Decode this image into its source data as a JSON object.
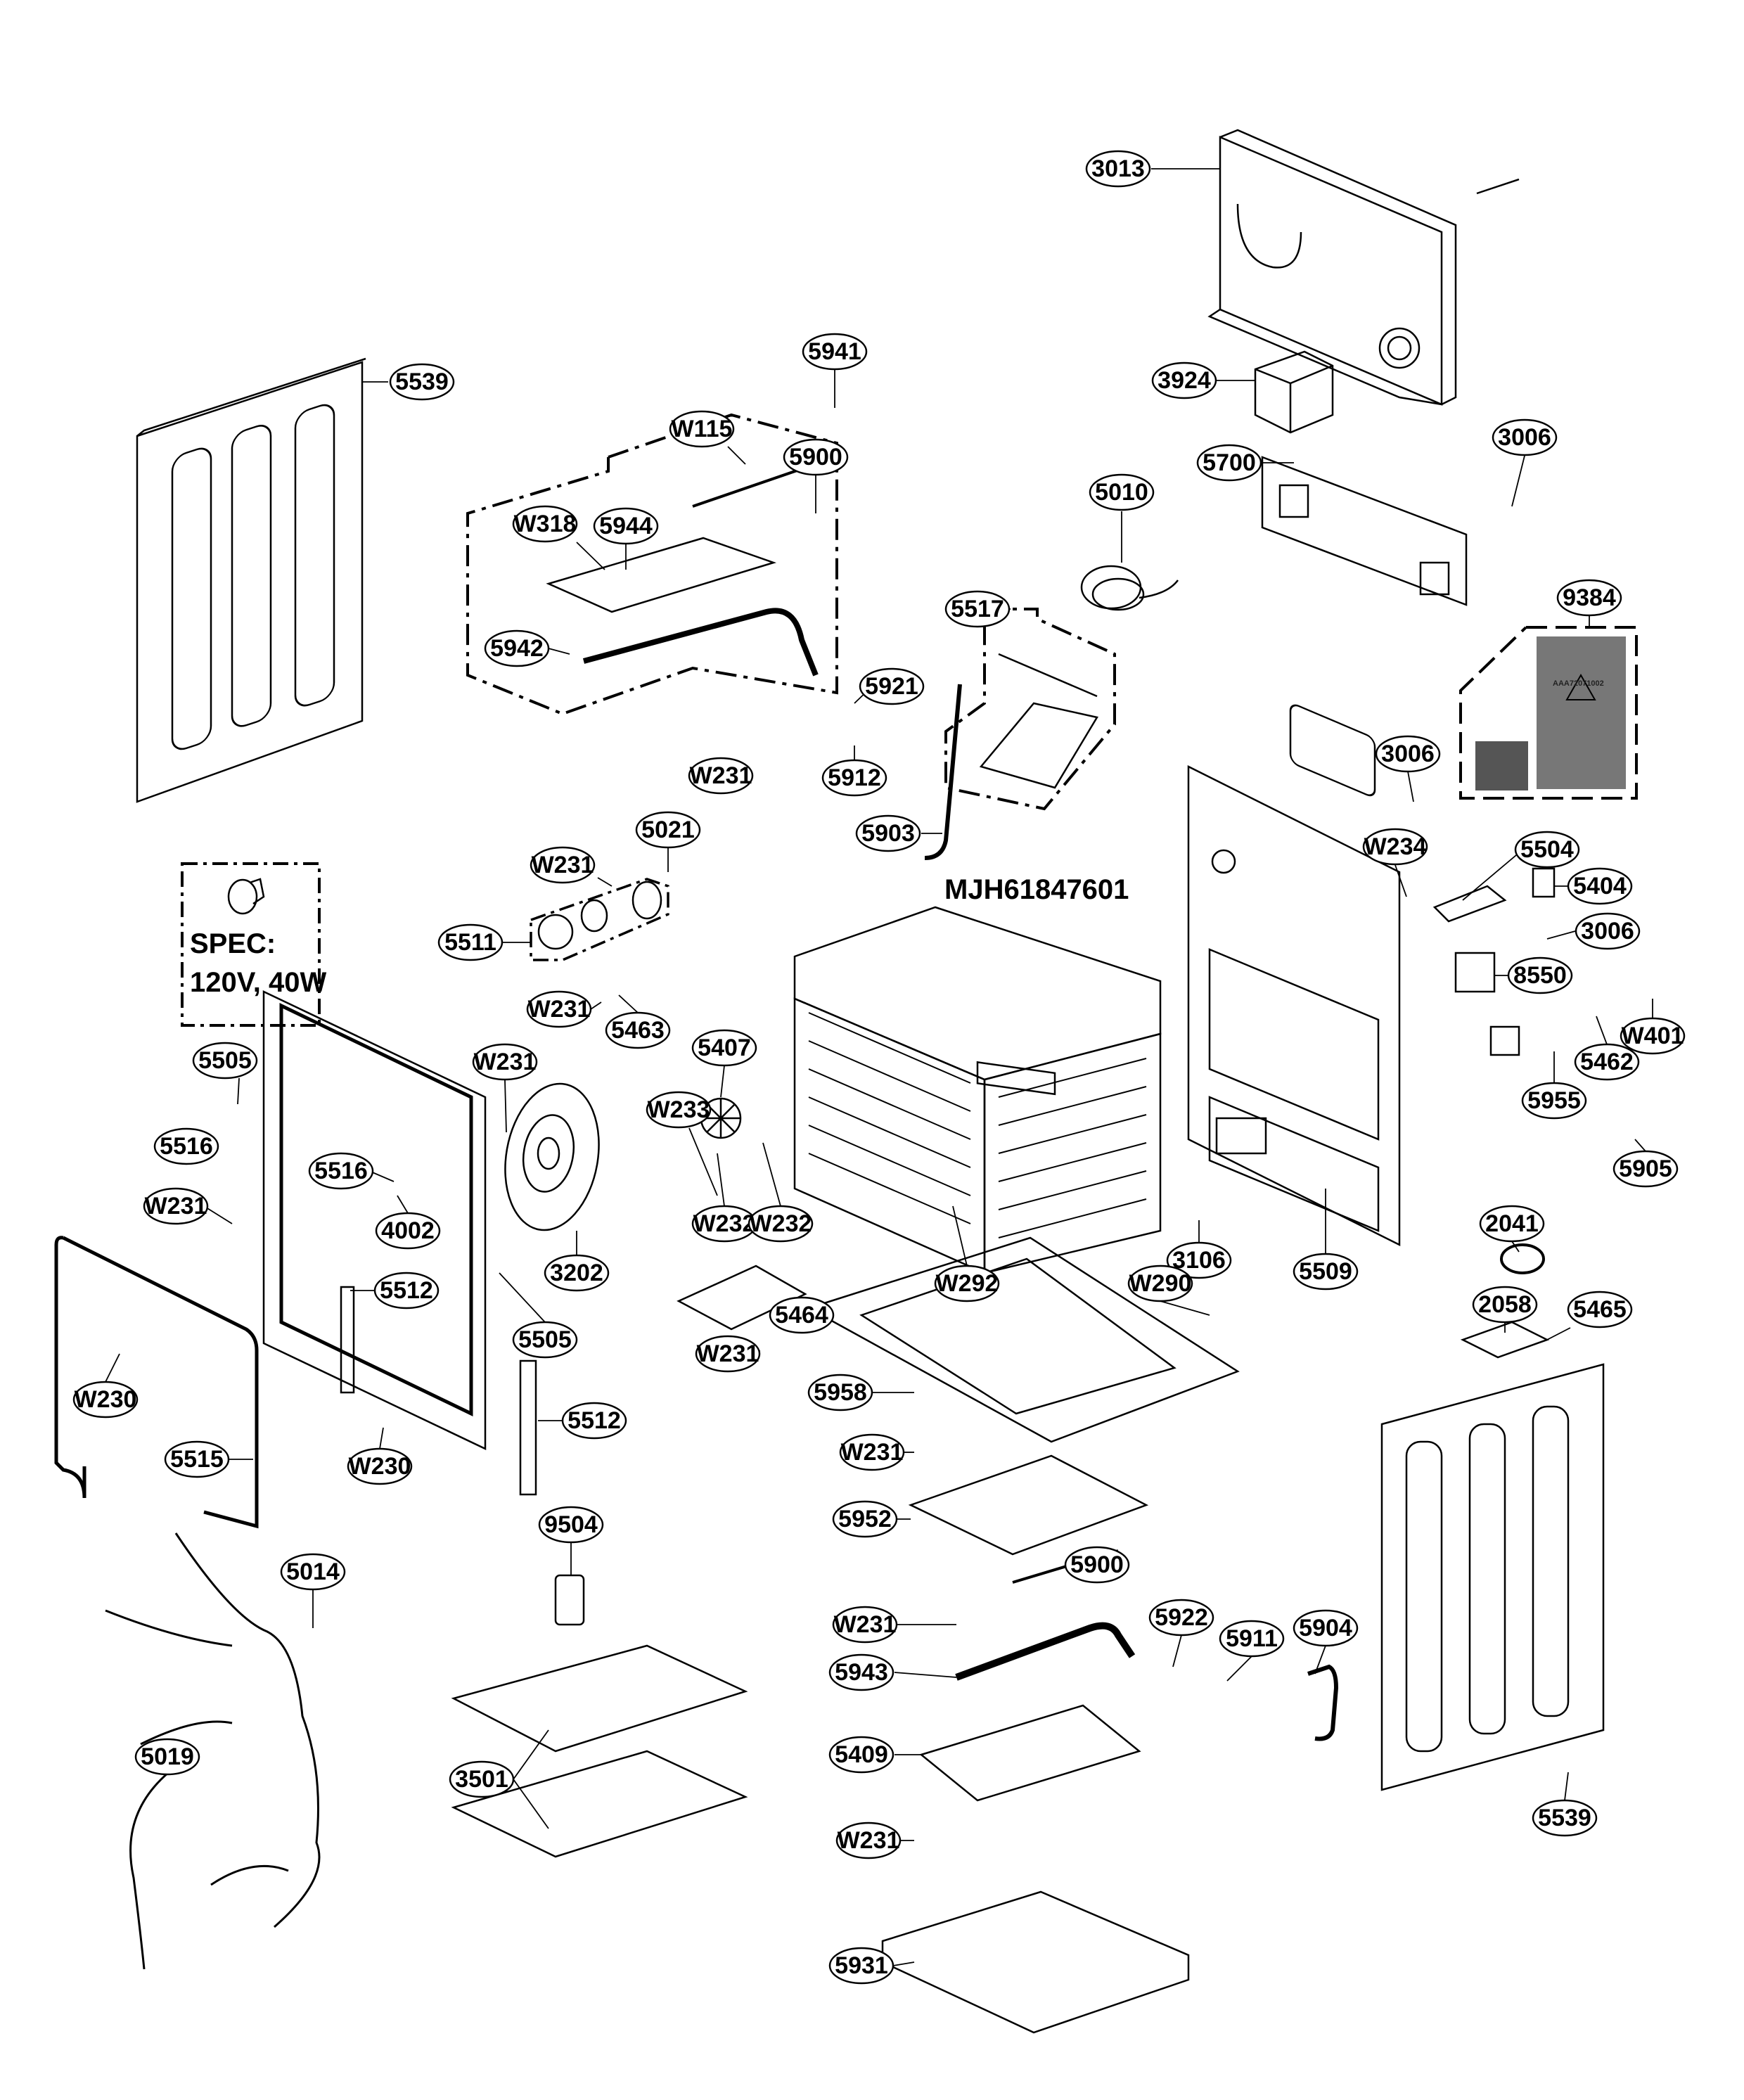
{
  "diagram": {
    "type": "exploded-parts-diagram",
    "subject": "Range oven cavity assembly",
    "spec_box": {
      "line1": "SPEC:",
      "line2": "120V, 40W"
    },
    "part_code_label": "MJH61847601",
    "bag_label": "AAA72071002",
    "callouts": [
      {
        "id": "c-3013",
        "label": "3013"
      },
      {
        "id": "c-5539a",
        "label": "5539"
      },
      {
        "id": "c-5941",
        "label": "5941"
      },
      {
        "id": "c-3924",
        "label": "3924"
      },
      {
        "id": "c-w115",
        "label": "W115"
      },
      {
        "id": "c-5900a",
        "label": "5900"
      },
      {
        "id": "c-5700",
        "label": "5700"
      },
      {
        "id": "c-3006a",
        "label": "3006"
      },
      {
        "id": "c-w318",
        "label": "W318"
      },
      {
        "id": "c-5944",
        "label": "5944"
      },
      {
        "id": "c-5010",
        "label": "5010"
      },
      {
        "id": "c-5517",
        "label": "5517"
      },
      {
        "id": "c-9384",
        "label": "9384"
      },
      {
        "id": "c-5942",
        "label": "5942"
      },
      {
        "id": "c-5921",
        "label": "5921"
      },
      {
        "id": "c-w231a",
        "label": "W231"
      },
      {
        "id": "c-5912",
        "label": "5912"
      },
      {
        "id": "c-3006b",
        "label": "3006"
      },
      {
        "id": "c-5021",
        "label": "5021"
      },
      {
        "id": "c-5903",
        "label": "5903"
      },
      {
        "id": "c-w234",
        "label": "W234"
      },
      {
        "id": "c-5504",
        "label": "5504"
      },
      {
        "id": "c-w231b",
        "label": "W231"
      },
      {
        "id": "c-5404",
        "label": "5404"
      },
      {
        "id": "c-5511",
        "label": "5511"
      },
      {
        "id": "c-3006c",
        "label": "3006"
      },
      {
        "id": "c-w231c",
        "label": "W231"
      },
      {
        "id": "c-5463",
        "label": "5463"
      },
      {
        "id": "c-8550",
        "label": "8550"
      },
      {
        "id": "c-5505a",
        "label": "5505"
      },
      {
        "id": "c-5407",
        "label": "5407"
      },
      {
        "id": "c-w401",
        "label": "W401"
      },
      {
        "id": "c-w231d",
        "label": "W231"
      },
      {
        "id": "c-w233",
        "label": "W233"
      },
      {
        "id": "c-5462",
        "label": "5462"
      },
      {
        "id": "c-5516a",
        "label": "5516"
      },
      {
        "id": "c-5955",
        "label": "5955"
      },
      {
        "id": "c-5516b",
        "label": "5516"
      },
      {
        "id": "c-5905",
        "label": "5905"
      },
      {
        "id": "c-w231e",
        "label": "W231"
      },
      {
        "id": "c-4002",
        "label": "4002"
      },
      {
        "id": "c-w232a",
        "label": "W232"
      },
      {
        "id": "c-w232b",
        "label": "W232"
      },
      {
        "id": "c-2041",
        "label": "2041"
      },
      {
        "id": "c-3202",
        "label": "3202"
      },
      {
        "id": "c-w292",
        "label": "W292"
      },
      {
        "id": "c-3106",
        "label": "3106"
      },
      {
        "id": "c-5509",
        "label": "5509"
      },
      {
        "id": "c-5512a",
        "label": "5512"
      },
      {
        "id": "c-w290",
        "label": "W290"
      },
      {
        "id": "c-2058",
        "label": "2058"
      },
      {
        "id": "c-5465",
        "label": "5465"
      },
      {
        "id": "c-5505b",
        "label": "5505"
      },
      {
        "id": "c-5464",
        "label": "5464"
      },
      {
        "id": "c-w230a",
        "label": "W230"
      },
      {
        "id": "c-w231f",
        "label": "W231"
      },
      {
        "id": "c-5958",
        "label": "5958"
      },
      {
        "id": "c-5512b",
        "label": "5512"
      },
      {
        "id": "c-5515",
        "label": "5515"
      },
      {
        "id": "c-w230b",
        "label": "W230"
      },
      {
        "id": "c-w231g",
        "label": "W231"
      },
      {
        "id": "c-9504",
        "label": "9504"
      },
      {
        "id": "c-5952",
        "label": "5952"
      },
      {
        "id": "c-5014",
        "label": "5014"
      },
      {
        "id": "c-5900b",
        "label": "5900"
      },
      {
        "id": "c-w231h",
        "label": "W231"
      },
      {
        "id": "c-5922",
        "label": "5922"
      },
      {
        "id": "c-5911",
        "label": "5911"
      },
      {
        "id": "c-5904",
        "label": "5904"
      },
      {
        "id": "c-5943",
        "label": "5943"
      },
      {
        "id": "c-5019",
        "label": "5019"
      },
      {
        "id": "c-3501",
        "label": "3501"
      },
      {
        "id": "c-5409",
        "label": "5409"
      },
      {
        "id": "c-w231i",
        "label": "W231"
      },
      {
        "id": "c-5539b",
        "label": "5539"
      },
      {
        "id": "c-5931",
        "label": "5931"
      }
    ]
  }
}
